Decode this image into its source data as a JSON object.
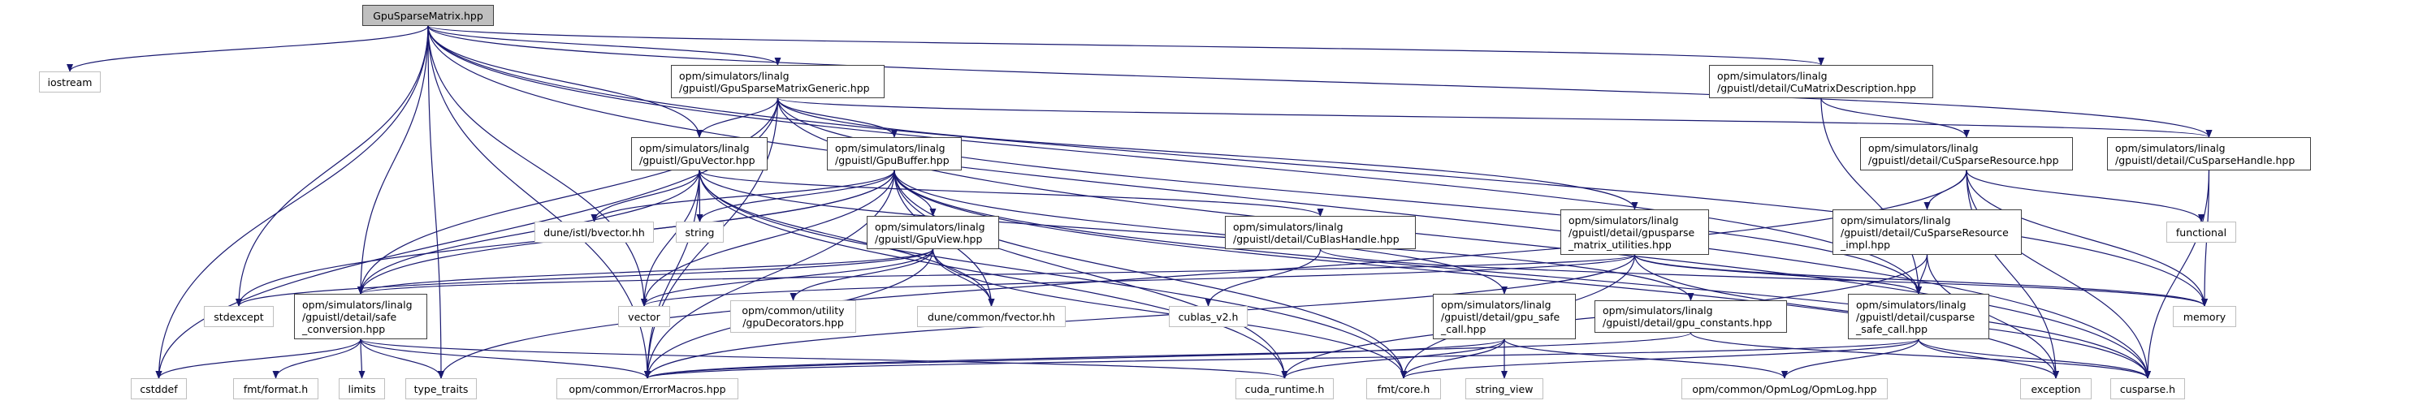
{
  "title": "GpuSparseMatrix.hpp include dependency graph",
  "colors": {
    "edge": "#191970",
    "root_fill": "#bfbfbf",
    "internal_border": "#404040",
    "external_border": "#bfbfbf"
  },
  "nodes": [
    {
      "id": "root",
      "label": "GpuSparseMatrix.hpp",
      "kind": "root"
    },
    {
      "id": "iostream",
      "label": "iostream",
      "kind": "external"
    },
    {
      "id": "generic",
      "label": "opm/simulators/linalg\n/gpuistl/GpuSparseMatrixGeneric.hpp",
      "kind": "internal"
    },
    {
      "id": "cumatdesc",
      "label": "opm/simulators/linalg\n/gpuistl/detail/CuMatrixDescription.hpp",
      "kind": "internal"
    },
    {
      "id": "gpuvector",
      "label": "opm/simulators/linalg\n/gpuistl/GpuVector.hpp",
      "kind": "internal"
    },
    {
      "id": "gpubuffer",
      "label": "opm/simulators/linalg\n/gpuistl/GpuBuffer.hpp",
      "kind": "internal"
    },
    {
      "id": "cusparseres",
      "label": "opm/simulators/linalg\n/gpuistl/detail/CuSparseResource.hpp",
      "kind": "internal"
    },
    {
      "id": "cusparsehandle",
      "label": "opm/simulators/linalg\n/gpuistl/detail/CuSparseHandle.hpp",
      "kind": "internal"
    },
    {
      "id": "bvector",
      "label": "dune/istl/bvector.hh",
      "kind": "external"
    },
    {
      "id": "string",
      "label": "string",
      "kind": "external"
    },
    {
      "id": "gpuview",
      "label": "opm/simulators/linalg\n/gpuistl/GpuView.hpp",
      "kind": "internal"
    },
    {
      "id": "cublashandle",
      "label": "opm/simulators/linalg\n/gpuistl/detail/CuBlasHandle.hpp",
      "kind": "internal"
    },
    {
      "id": "gpusparseutil",
      "label": "opm/simulators/linalg\n/gpuistl/detail/gpusparse\n_matrix_utilities.hpp",
      "kind": "internal"
    },
    {
      "id": "cusparseresimpl",
      "label": "opm/simulators/linalg\n/gpuistl/detail/CuSparseResource\n_impl.hpp",
      "kind": "internal"
    },
    {
      "id": "functional",
      "label": "functional",
      "kind": "external"
    },
    {
      "id": "stdexcept",
      "label": "stdexcept",
      "kind": "external"
    },
    {
      "id": "safeconv",
      "label": "opm/simulators/linalg\n/gpuistl/detail/safe\n_conversion.hpp",
      "kind": "internal"
    },
    {
      "id": "vector",
      "label": "vector",
      "kind": "external"
    },
    {
      "id": "gpudecorators",
      "label": "opm/common/utility\n/gpuDecorators.hpp",
      "kind": "external"
    },
    {
      "id": "fvector",
      "label": "dune/common/fvector.hh",
      "kind": "external"
    },
    {
      "id": "cublasv2",
      "label": "cublas_v2.h",
      "kind": "external"
    },
    {
      "id": "gpusafecall",
      "label": "opm/simulators/linalg\n/gpuistl/detail/gpu_safe\n_call.hpp",
      "kind": "internal"
    },
    {
      "id": "gpuconstants",
      "label": "opm/simulators/linalg\n/gpuistl/detail/gpu_constants.hpp",
      "kind": "internal"
    },
    {
      "id": "cusparsesafecall",
      "label": "opm/simulators/linalg\n/gpuistl/detail/cusparse\n_safe_call.hpp",
      "kind": "internal"
    },
    {
      "id": "memory",
      "label": "memory",
      "kind": "external"
    },
    {
      "id": "cstddef",
      "label": "cstddef",
      "kind": "external"
    },
    {
      "id": "fmtformat",
      "label": "fmt/format.h",
      "kind": "external"
    },
    {
      "id": "limits",
      "label": "limits",
      "kind": "external"
    },
    {
      "id": "typetraits",
      "label": "type_traits",
      "kind": "external"
    },
    {
      "id": "errormacros",
      "label": "opm/common/ErrorMacros.hpp",
      "kind": "external"
    },
    {
      "id": "cudaruntime",
      "label": "cuda_runtime.h",
      "kind": "external"
    },
    {
      "id": "fmtcore",
      "label": "fmt/core.h",
      "kind": "external"
    },
    {
      "id": "stringview",
      "label": "string_view",
      "kind": "external"
    },
    {
      "id": "opmlog",
      "label": "opm/common/OpmLog/OpmLog.hpp",
      "kind": "external"
    },
    {
      "id": "exception",
      "label": "exception",
      "kind": "external"
    },
    {
      "id": "cusparseh",
      "label": "cusparse.h",
      "kind": "external"
    }
  ],
  "edges": [
    [
      "root",
      "iostream"
    ],
    [
      "root",
      "generic"
    ],
    [
      "root",
      "cumatdesc"
    ],
    [
      "root",
      "gpuvector"
    ],
    [
      "root",
      "cusparsehandle"
    ],
    [
      "root",
      "safeconv"
    ],
    [
      "root",
      "stdexcept"
    ],
    [
      "root",
      "vector"
    ],
    [
      "root",
      "errormacros"
    ],
    [
      "root",
      "typetraits"
    ],
    [
      "root",
      "cusparseh"
    ],
    [
      "root",
      "memory"
    ],
    [
      "root",
      "cusparsesafecall"
    ],
    [
      "root",
      "cstddef"
    ],
    [
      "generic",
      "gpuvector"
    ],
    [
      "generic",
      "gpubuffer"
    ],
    [
      "generic",
      "cusparsehandle"
    ],
    [
      "generic",
      "safeconv"
    ],
    [
      "generic",
      "errormacros"
    ],
    [
      "generic",
      "cstddef"
    ],
    [
      "generic",
      "gpusparseutil"
    ],
    [
      "generic",
      "cusparsesafecall"
    ],
    [
      "generic",
      "cusparseh"
    ],
    [
      "cumatdesc",
      "cusparseres"
    ],
    [
      "cumatdesc",
      "cusparsesafecall"
    ],
    [
      "gpuvector",
      "bvector"
    ],
    [
      "gpuvector",
      "string"
    ],
    [
      "gpuvector",
      "vector"
    ],
    [
      "gpuvector",
      "safeconv"
    ],
    [
      "gpuvector",
      "errormacros"
    ],
    [
      "gpuvector",
      "cublashandle"
    ],
    [
      "gpuvector",
      "fvector"
    ],
    [
      "gpuvector",
      "gpuconstants"
    ],
    [
      "gpuvector",
      "cudaruntime"
    ],
    [
      "gpuvector",
      "fmtcore"
    ],
    [
      "gpubuffer",
      "gpuview"
    ],
    [
      "gpubuffer",
      "bvector"
    ],
    [
      "gpubuffer",
      "string"
    ],
    [
      "gpubuffer",
      "vector"
    ],
    [
      "gpubuffer",
      "safeconv"
    ],
    [
      "gpubuffer",
      "errormacros"
    ],
    [
      "gpubuffer",
      "fvector"
    ],
    [
      "gpubuffer",
      "gpusafecall"
    ],
    [
      "gpubuffer",
      "cudaruntime"
    ],
    [
      "gpubuffer",
      "fmtcore"
    ],
    [
      "gpubuffer",
      "exception"
    ],
    [
      "gpubuffer",
      "cusparseh"
    ],
    [
      "gpubuffer",
      "stdexcept"
    ],
    [
      "cusparseres",
      "cusparseresimpl"
    ],
    [
      "cusparseres",
      "functional"
    ],
    [
      "cusparseres",
      "memory"
    ],
    [
      "cusparseres",
      "exception"
    ],
    [
      "cusparseres",
      "cusparseh"
    ],
    [
      "cusparseres",
      "typetraits"
    ],
    [
      "cusparsehandle",
      "memory"
    ],
    [
      "cusparsehandle",
      "cusparseh"
    ],
    [
      "gpuview",
      "gpudecorators"
    ],
    [
      "gpuview",
      "fvector"
    ],
    [
      "gpuview",
      "vector"
    ],
    [
      "gpuview",
      "stdexcept"
    ],
    [
      "gpuview",
      "safeconv"
    ],
    [
      "gpuview",
      "errormacros"
    ],
    [
      "gpuview",
      "fmtcore"
    ],
    [
      "cublashandle",
      "cublasv2"
    ],
    [
      "cublashandle",
      "memory"
    ],
    [
      "gpusparseutil",
      "vector"
    ],
    [
      "gpusparseutil",
      "errormacros"
    ],
    [
      "gpusparseutil",
      "cusparsesafecall"
    ],
    [
      "gpusparseutil",
      "memory"
    ],
    [
      "gpusparseutil",
      "cusparseh"
    ],
    [
      "gpusparseutil",
      "fmtcore"
    ],
    [
      "gpusparseutil",
      "safeconv"
    ],
    [
      "cusparseresimpl",
      "cusparsesafecall"
    ],
    [
      "cusparseresimpl",
      "exception"
    ],
    [
      "cusparseresimpl",
      "cudaruntime"
    ],
    [
      "safeconv",
      "cstddef"
    ],
    [
      "safeconv",
      "fmtformat"
    ],
    [
      "safeconv",
      "limits"
    ],
    [
      "safeconv",
      "typetraits"
    ],
    [
      "safeconv",
      "errormacros"
    ],
    [
      "safeconv",
      "cudaruntime"
    ],
    [
      "gpusafecall",
      "cudaruntime"
    ],
    [
      "gpusafecall",
      "fmtcore"
    ],
    [
      "gpusafecall",
      "stringview"
    ],
    [
      "gpusafecall",
      "opmlog"
    ],
    [
      "gpusafecall",
      "errormacros"
    ],
    [
      "gpuconstants",
      "cusparseh"
    ],
    [
      "gpuconstants",
      "errormacros"
    ],
    [
      "cusparsesafecall",
      "opmlog"
    ],
    [
      "cusparsesafecall",
      "exception"
    ],
    [
      "cusparsesafecall",
      "cusparseh"
    ],
    [
      "cusparsesafecall",
      "fmtcore"
    ],
    [
      "cusparsesafecall",
      "errormacros"
    ]
  ]
}
